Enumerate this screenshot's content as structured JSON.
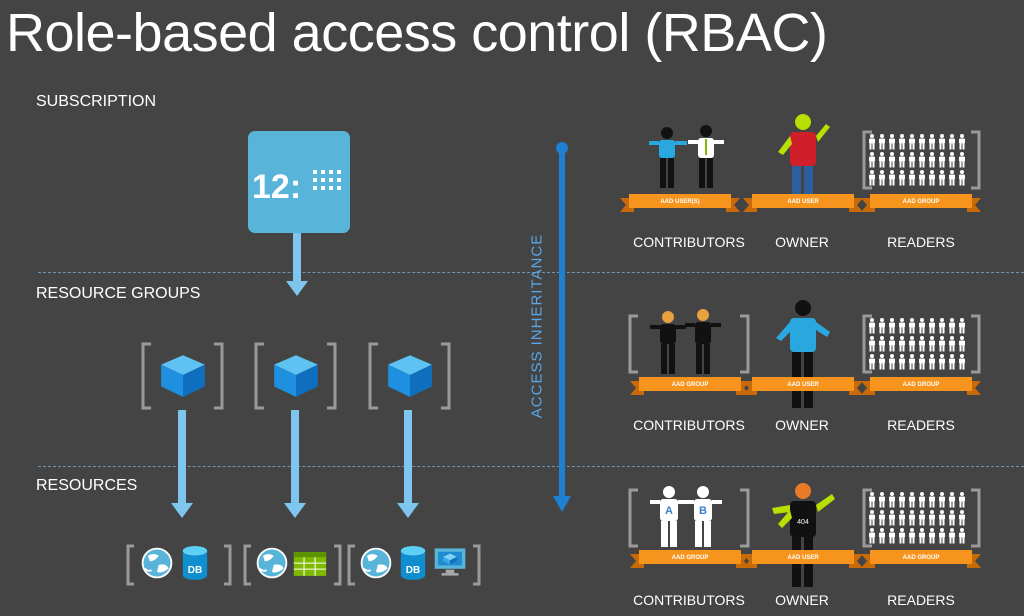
{
  "title": "Role-based access control (RBAC)",
  "sections": {
    "subscription": "SUBSCRIPTION",
    "resource_groups": "RESOURCE GROUPS",
    "resources": "RESOURCES"
  },
  "subscription_tile": {
    "text": "12:"
  },
  "access_inheritance": "ACCESS INHERITANCE",
  "roles": {
    "subscription": [
      {
        "role": "CONTRIBUTORS",
        "ribbon": "AAD USER(S)"
      },
      {
        "role": "OWNER",
        "ribbon": "AAD USER"
      },
      {
        "role": "READERS",
        "ribbon": "AAD GROUP"
      }
    ],
    "resource_groups": [
      {
        "role": "CONTRIBUTORS",
        "ribbon": "AAD GROUP"
      },
      {
        "role": "OWNER",
        "ribbon": "AAD USER"
      },
      {
        "role": "READERS",
        "ribbon": "AAD GROUP"
      }
    ],
    "resources": [
      {
        "role": "CONTRIBUTORS",
        "ribbon": "AAD GROUP"
      },
      {
        "role": "OWNER",
        "ribbon": "AAD USER"
      },
      {
        "role": "READERS",
        "ribbon": "AAD GROUP"
      }
    ]
  },
  "badges": {
    "a": "A",
    "b": "B",
    "owner_shirt": "404",
    "db": "DB"
  },
  "colors": {
    "background": "#444444",
    "tile_blue": "#59b4d9",
    "arrow_blue": "#7ec6ee",
    "inheritance_blue": "#1f7fd1",
    "ribbon_orange": "#f7941d",
    "cube_blue": "#1e90e0"
  },
  "icons": {
    "subscription": "subscription-key-icon",
    "resource_group": "resource-group-cube-icon",
    "web_app": "web-app-globe-icon",
    "database": "sql-database-icon",
    "table_storage": "table-storage-icon",
    "virtual_machine": "virtual-machine-icon"
  }
}
